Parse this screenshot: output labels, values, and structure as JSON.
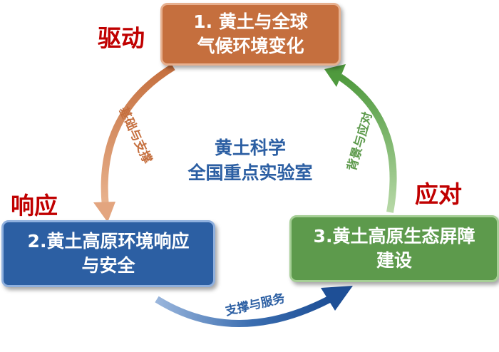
{
  "nodes": {
    "n1": {
      "lines": [
        "1. 黄土与全球",
        "气候环境变化"
      ],
      "color": "#c56f3e"
    },
    "n2": {
      "lines": [
        "2.黄土高原环境响应",
        "与安全"
      ],
      "color": "#2c5fa3"
    },
    "n3": {
      "lines": [
        "3.黄土高原生态屏障",
        "建设"
      ],
      "color": "#5d9a4c"
    }
  },
  "roles": {
    "drive": "驱动",
    "respond": "响应",
    "cope": "应对",
    "color": "#c00000"
  },
  "center": {
    "lines": [
      "黄土科学",
      "全国重点实验室"
    ],
    "color": "#2c5fa3"
  },
  "arrows": {
    "left": {
      "label": "基础与支撑",
      "color": "#c56f3e"
    },
    "bottom": {
      "label": "支撑与服务",
      "color": "#2c5fa3"
    },
    "right": {
      "label": "背景与应对",
      "color": "#5d9a4c"
    }
  }
}
